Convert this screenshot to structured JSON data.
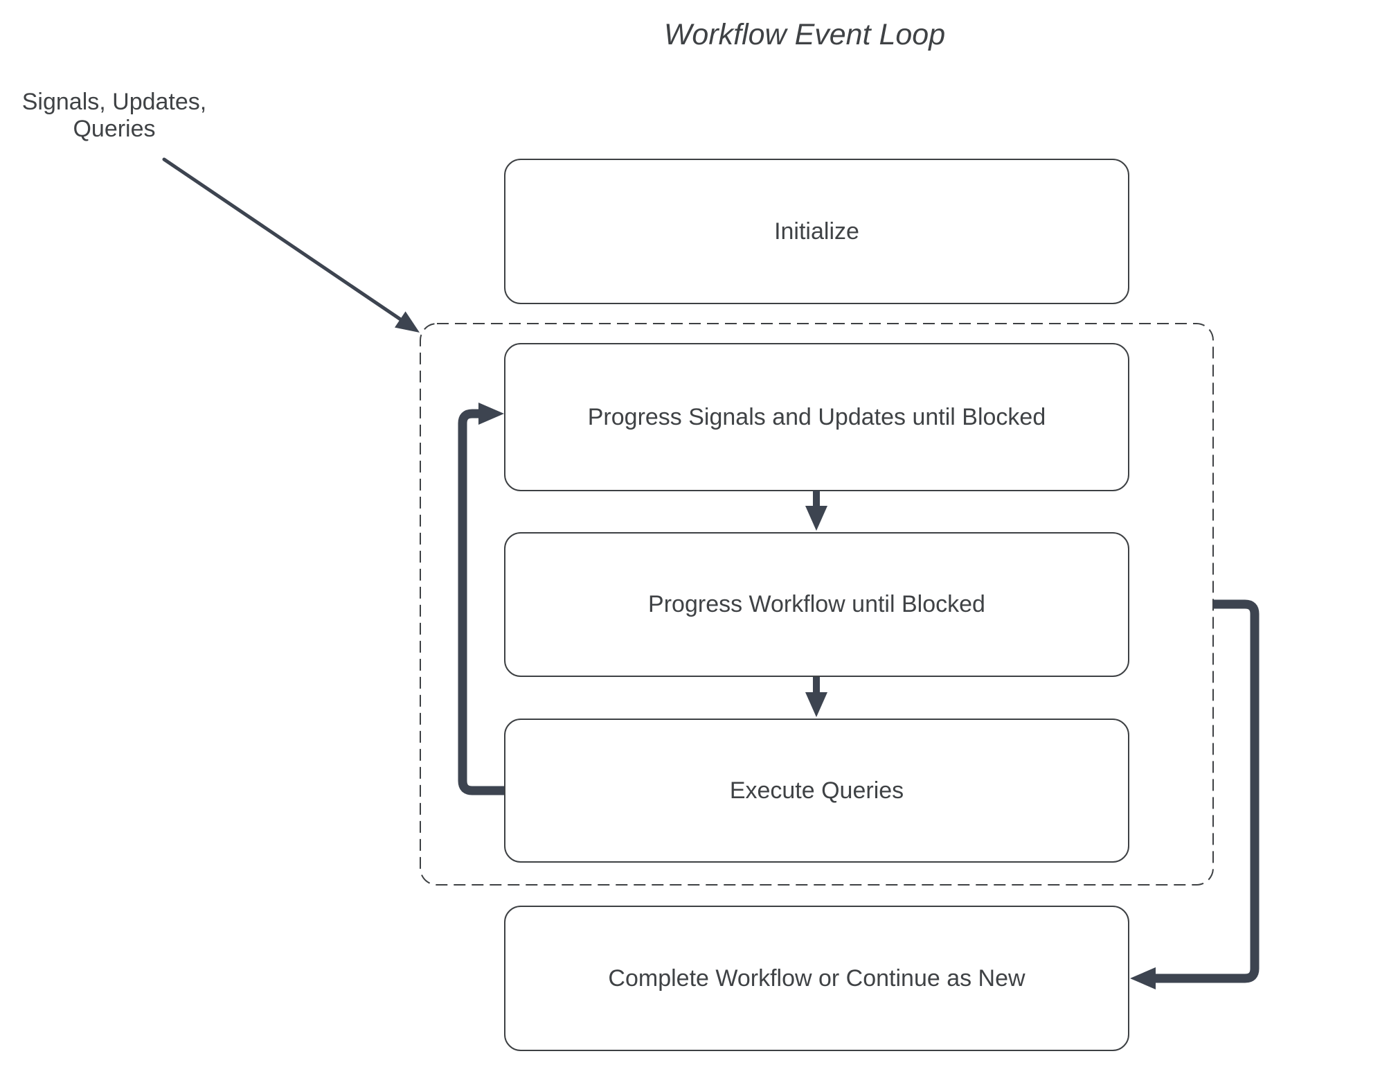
{
  "diagram": {
    "title": "Workflow Event Loop",
    "external_input_label": "Signals, Updates,\nQueries",
    "nodes": [
      {
        "id": "initialize",
        "label": "Initialize"
      },
      {
        "id": "progress-signals",
        "label": "Progress Signals and Updates until Blocked"
      },
      {
        "id": "progress-workflow",
        "label": "Progress Workflow until Blocked"
      },
      {
        "id": "execute-queries",
        "label": "Execute Queries"
      },
      {
        "id": "complete",
        "label": "Complete Workflow or Continue as New"
      }
    ],
    "container": {
      "id": "event-loop-container",
      "style": "dashed",
      "contains": [
        "progress-signals",
        "progress-workflow",
        "execute-queries"
      ]
    },
    "edges": [
      {
        "from": "external-input",
        "to": "event-loop-container",
        "style": "thin-arrow"
      },
      {
        "from": "progress-signals",
        "to": "progress-workflow",
        "style": "down-arrow"
      },
      {
        "from": "progress-workflow",
        "to": "execute-queries",
        "style": "down-arrow"
      },
      {
        "from": "execute-queries",
        "to": "progress-signals",
        "style": "thick-loop-back-left"
      },
      {
        "from": "event-loop-container",
        "to": "complete",
        "style": "thick-right-down"
      }
    ],
    "colors": {
      "background": "#ffffff",
      "box_border": "#3d4043",
      "dashed_border": "#3d4043",
      "arrow": "#3d4450",
      "text": "#3f4245"
    }
  }
}
